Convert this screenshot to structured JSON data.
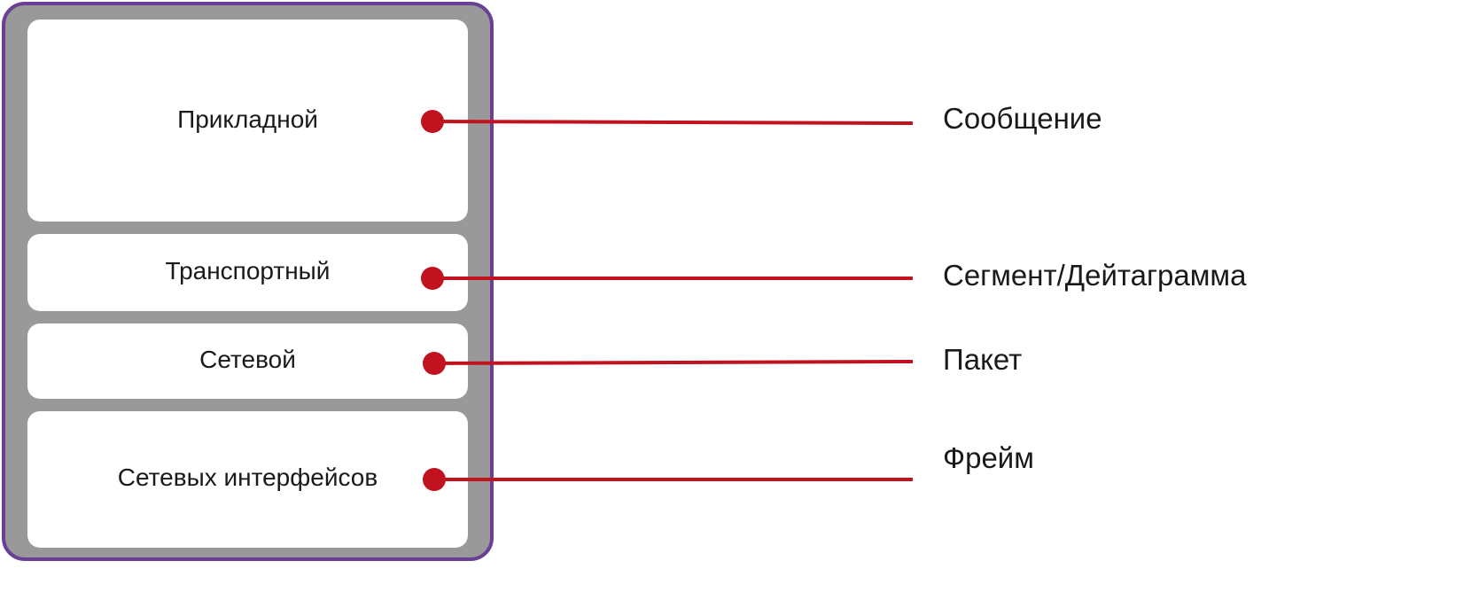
{
  "layers": [
    {
      "name": "Прикладной",
      "pdu": "Сообщение"
    },
    {
      "name": "Транспортный",
      "pdu": "Сегмент/Дейтаграмма"
    },
    {
      "name": "Сетевой",
      "pdu": "Пакет"
    },
    {
      "name": "Сетевых интерфейсов",
      "pdu": "Фрейм"
    }
  ],
  "colors": {
    "frame_border": "#6a3f96",
    "frame_fill": "#999999",
    "layer_fill": "#ffffff",
    "connector": "#c0121f"
  }
}
